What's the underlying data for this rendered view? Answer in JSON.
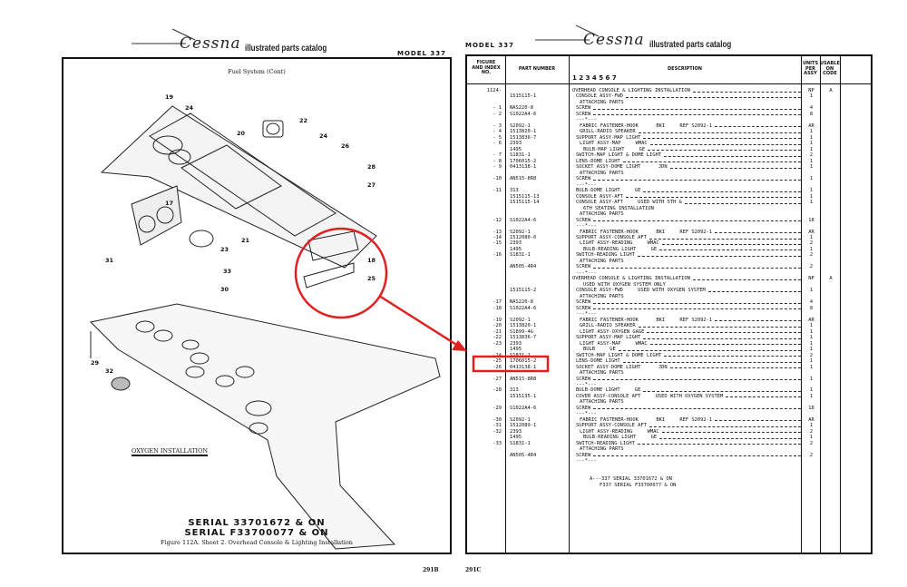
{
  "left_page": {
    "logo": "Cessna",
    "catalog_title": "illustrated parts catalog",
    "model": "MODEL 337",
    "section_title": "Fuel System (Cont)",
    "callouts": [
      "19",
      "24",
      "20",
      "22",
      "24",
      "26",
      "28",
      "27",
      "17",
      "21",
      "23",
      "31",
      "33",
      "18",
      "25",
      "30",
      "29",
      "32"
    ],
    "inset_label": "OXYGEN INSTALLATION",
    "serial_1": "SERIAL 33701672 & ON",
    "serial_2": "SERIAL F33700077 & ON",
    "caption": "Figure 112A.  Sheet 2.  Overhead Console & Lighting Installation",
    "page_number": "291B"
  },
  "right_page": {
    "model": "MODEL 337",
    "logo": "Cessna",
    "catalog_title": "illustrated parts catalog",
    "headers": {
      "figure": "FIGURE AND INDEX NO.",
      "part": "PART NUMBER",
      "description": "DESCRIPTION",
      "levels": "1 2 3 4 5 6 7",
      "units": "UNITS PER ASSY",
      "code": "USABLE ON CODE"
    },
    "rows": [
      [
        "1124-",
        "",
        "OVERHEAD CONSOLE & LIGHTING INSTALLATION",
        0,
        "NP",
        "A"
      ],
      [
        "",
        "1515115-1",
        "CONSOLE ASSY-FWD",
        1,
        "1",
        ""
      ],
      [
        "",
        "",
        "ATTACHING PARTS",
        2,
        "",
        ""
      ],
      [
        "- 1",
        "NAS220-8",
        "SCREW",
        1,
        "4",
        ""
      ],
      [
        "- 2",
        "S1022A4-6",
        "SCREW",
        1,
        "8",
        ""
      ],
      [
        "",
        "",
        "---*---",
        1,
        "",
        ""
      ],
      [
        "- 3",
        "S2092-1",
        "FABRIC FASTENER-HOOK      BKI     REF S2092-1",
        2,
        "AR",
        ""
      ],
      [
        "- 4",
        "1513820-1",
        "GRILL-RADIO SPEAKER",
        2,
        "1",
        ""
      ],
      [
        "- 5",
        "1513836-7",
        "SUPPORT ASSY-MAP LIGHT",
        1,
        "1",
        ""
      ],
      [
        "- 6",
        "2393",
        "LIGHT ASSY-MAP     WMAC",
        2,
        "1",
        ""
      ],
      [
        "",
        "1495",
        "BULB-MAP LIGHT     GE",
        3,
        "1",
        ""
      ],
      [
        "- 7",
        "S1831-1",
        "SWITCH-MAP LIGHT & DOME LIGHT",
        1,
        "2",
        ""
      ],
      [
        "- 8",
        "1706015-2",
        "LENS-DOME LIGHT",
        1,
        "1",
        ""
      ],
      [
        "- 9",
        "0413138-1",
        "SOCKET ASSY-DOME LIGHT      JDN",
        1,
        "1",
        ""
      ],
      [
        "",
        "",
        "ATTACHING PARTS",
        2,
        "",
        ""
      ],
      [
        "-10",
        "AN515-8R8",
        "SCREW",
        1,
        "1",
        ""
      ],
      [
        "",
        "",
        "---*---",
        1,
        "",
        ""
      ],
      [
        "-11",
        "313",
        "BULB-DOME LIGHT     GE",
        1,
        "1",
        ""
      ],
      [
        "",
        "1515115-13",
        "CONSOLE ASSY-AFT",
        1,
        "1",
        ""
      ],
      [
        "",
        "1515115-14",
        "CONSOLE ASSY-AFT     USED WITH 5TH &",
        1,
        "1",
        ""
      ],
      [
        "",
        "",
        "6TH SEATING INSTALLATION",
        3,
        "",
        ""
      ],
      [
        "",
        "",
        "ATTACHING PARTS",
        2,
        "",
        ""
      ],
      [
        "-12",
        "S1022A4-6",
        "SCREW",
        1,
        "18",
        ""
      ],
      [
        "",
        "",
        "---*---",
        1,
        "",
        ""
      ],
      [
        "-13",
        "S2092-1",
        "FABRIC FASTENER-HOOK      BKI     REF S2092-1",
        2,
        "AR",
        ""
      ],
      [
        "-14",
        "1512080-6",
        "SUPPORT ASSY-CONSOLE AFT",
        1,
        "1",
        ""
      ],
      [
        "-15",
        "2393",
        "LIGHT ASSY-READING     WMAC",
        2,
        "2",
        ""
      ],
      [
        "",
        "1495",
        "BULB-READING LIGHT     GE",
        3,
        "1",
        ""
      ],
      [
        "-16",
        "S1831-1",
        "SWITCH-READING LIGHT",
        1,
        "2",
        ""
      ],
      [
        "",
        "",
        "ATTACHING PARTS",
        2,
        "",
        ""
      ],
      [
        "",
        "AN505-4R4",
        "SCREW",
        1,
        "2",
        ""
      ],
      [
        "",
        "",
        "---*---",
        1,
        "",
        ""
      ],
      [
        "",
        "",
        "OVERHEAD CONSOLE & LIGHTING INSTALLATION",
        0,
        "NP",
        "A"
      ],
      [
        "",
        "",
        "USED WITH OXYGEN SYSTEM ONLY",
        3,
        "",
        ""
      ],
      [
        "",
        "1515115-2",
        "CONSOLE ASSY-FWD     USED WITH OXYGEN SYSTEM",
        1,
        "1",
        ""
      ],
      [
        "",
        "",
        "ATTACHING PARTS",
        2,
        "",
        ""
      ],
      [
        "-17",
        "NAS220-8",
        "SCREW",
        1,
        "4",
        ""
      ],
      [
        "-18",
        "S1022A4-6",
        "SCREW",
        1,
        "8",
        ""
      ],
      [
        "",
        "",
        "---*---",
        1,
        "",
        ""
      ],
      [
        "-19",
        "S2092-1",
        "FABRIC FASTENER-HOOK      BKI     REF S2092-1",
        2,
        "AR",
        ""
      ],
      [
        "-20",
        "1513820-1",
        "GRILL-RADIO SPEAKER",
        2,
        "1",
        ""
      ],
      [
        "-21",
        "S1899-4G",
        "LIGHT ASSY-OXYGEN GAGE",
        2,
        "1",
        ""
      ],
      [
        "-22",
        "1513836-7",
        "SUPPORT ASSY-MAP LIGHT",
        1,
        "1",
        ""
      ],
      [
        "-23",
        "2393",
        "LIGHT ASSY-MAP     WMAC",
        2,
        "1",
        ""
      ],
      [
        "",
        "1495",
        "BULB     GE",
        3,
        "1",
        ""
      ],
      [
        "-24",
        "S1831-1",
        "SWITCH-MAP LIGHT & DOME LIGHT",
        1,
        "2",
        ""
      ],
      [
        "-25",
        "1706015-2",
        "LENS-DOME LIGHT",
        1,
        "1",
        ""
      ],
      [
        "-26",
        "0413138-1",
        "SOCKET ASSY-DOME LIGHT      JDN",
        1,
        "1",
        ""
      ],
      [
        "",
        "",
        "ATTACHING PARTS",
        2,
        "",
        ""
      ],
      [
        "-27",
        "AN515-8R8",
        "SCREW",
        1,
        "1",
        ""
      ],
      [
        "",
        "",
        "---*---",
        1,
        "",
        ""
      ],
      [
        "-28",
        "313",
        "BULB-DOME LIGHT     GE",
        1,
        "1",
        ""
      ],
      [
        "",
        "1515135-1",
        "COVER ASSY-CONSOLE AFT     USED WITH OXYGEN SYSTEM",
        1,
        "1",
        ""
      ],
      [
        "",
        "",
        "ATTACHING PARTS",
        2,
        "",
        ""
      ],
      [
        "-29",
        "S1022A4-6",
        "SCREW",
        1,
        "18",
        ""
      ],
      [
        "",
        "",
        "---*---",
        1,
        "",
        ""
      ],
      [
        "-30",
        "S2092-1",
        "FABRIC FASTENER-HOOK      BKI     REF S2092-1",
        2,
        "AR",
        ""
      ],
      [
        "-31",
        "1512089-1",
        "SUPPORT ASSY-CONSOLE AFT",
        1,
        "1",
        ""
      ],
      [
        "-32",
        "2393",
        "LIGHT ASSY-READING     WMAC",
        2,
        "2",
        ""
      ],
      [
        "",
        "1495",
        "BULB-READING LIGHT     GE",
        3,
        "1",
        ""
      ],
      [
        "-33",
        "S1831-1",
        "SWITCH-READING LIGHT",
        1,
        "2",
        ""
      ],
      [
        "",
        "",
        "ATTACHING PARTS",
        2,
        "",
        ""
      ],
      [
        "",
        "AN505-4R4",
        "SCREW",
        1,
        "2",
        ""
      ],
      [
        "",
        "",
        "---*---",
        1,
        "",
        ""
      ]
    ],
    "footnote_1": "A---337 SERIAL 33701672 & ON",
    "footnote_2": "F337 SERIAL F33700077 & ON",
    "page_number": "291C"
  },
  "annotation": {
    "color": "#e02020",
    "highlighted_index": "-25"
  }
}
